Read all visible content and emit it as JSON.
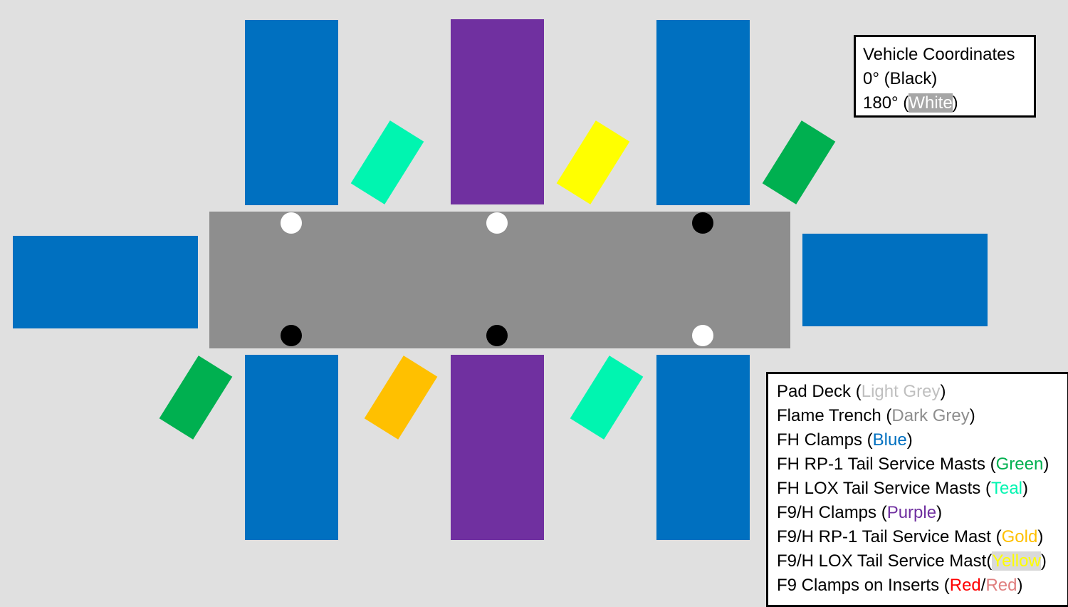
{
  "coordinates": {
    "title": "Vehicle Coordinates",
    "zero": {
      "prefix": "0° (",
      "label": "Black",
      "suffix": ")"
    },
    "one_eighty": {
      "prefix": "180° (",
      "label": "White",
      "suffix": ")"
    }
  },
  "legend": [
    {
      "prefix": "Pad Deck (",
      "label": "Light Grey",
      "suffix": ")",
      "color": "#bfbfbf"
    },
    {
      "prefix": "Flame Trench (",
      "label": "Dark Grey",
      "suffix": ")",
      "color": "#8e8e8e"
    },
    {
      "prefix": "FH Clamps (",
      "label": "Blue",
      "suffix": ")",
      "color": "#0070c0"
    },
    {
      "prefix": "FH RP-1 Tail Service Masts (",
      "label": "Green",
      "suffix": ")",
      "color": "#00b050"
    },
    {
      "prefix": "FH LOX Tail Service Masts (",
      "label": "Teal",
      "suffix": ")",
      "color": "#00f5b0"
    },
    {
      "prefix": "F9/H Clamps (",
      "label": "Purple",
      "suffix": ")",
      "color": "#7030a0"
    },
    {
      "prefix": "F9/H RP-1 Tail Service Mast (",
      "label": "Gold",
      "suffix": ")",
      "color": "#ffc000"
    },
    {
      "prefix": "F9/H LOX Tail Service Mast(",
      "label": "Yellow",
      "suffix": ")",
      "color": "#ffff00"
    },
    {
      "prefix": "F9 Clamps on Inserts (",
      "label": "Red",
      "sep": "/",
      "label2": "Red",
      "suffix": ")",
      "color": "#ff0000",
      "color2": "#e07f7f"
    }
  ],
  "colors": {
    "background": "#e0e0e0",
    "trench": "#8e8e8e",
    "fh_clamp": "#0070c0",
    "f9_clamp": "#7030a0",
    "rp1_fh": "#00b050",
    "lox_fh": "#00f5b0",
    "rp1_f9": "#ffc000",
    "lox_f9": "#ffff00",
    "dot_black": "#000000",
    "dot_white": "#ffffff"
  }
}
